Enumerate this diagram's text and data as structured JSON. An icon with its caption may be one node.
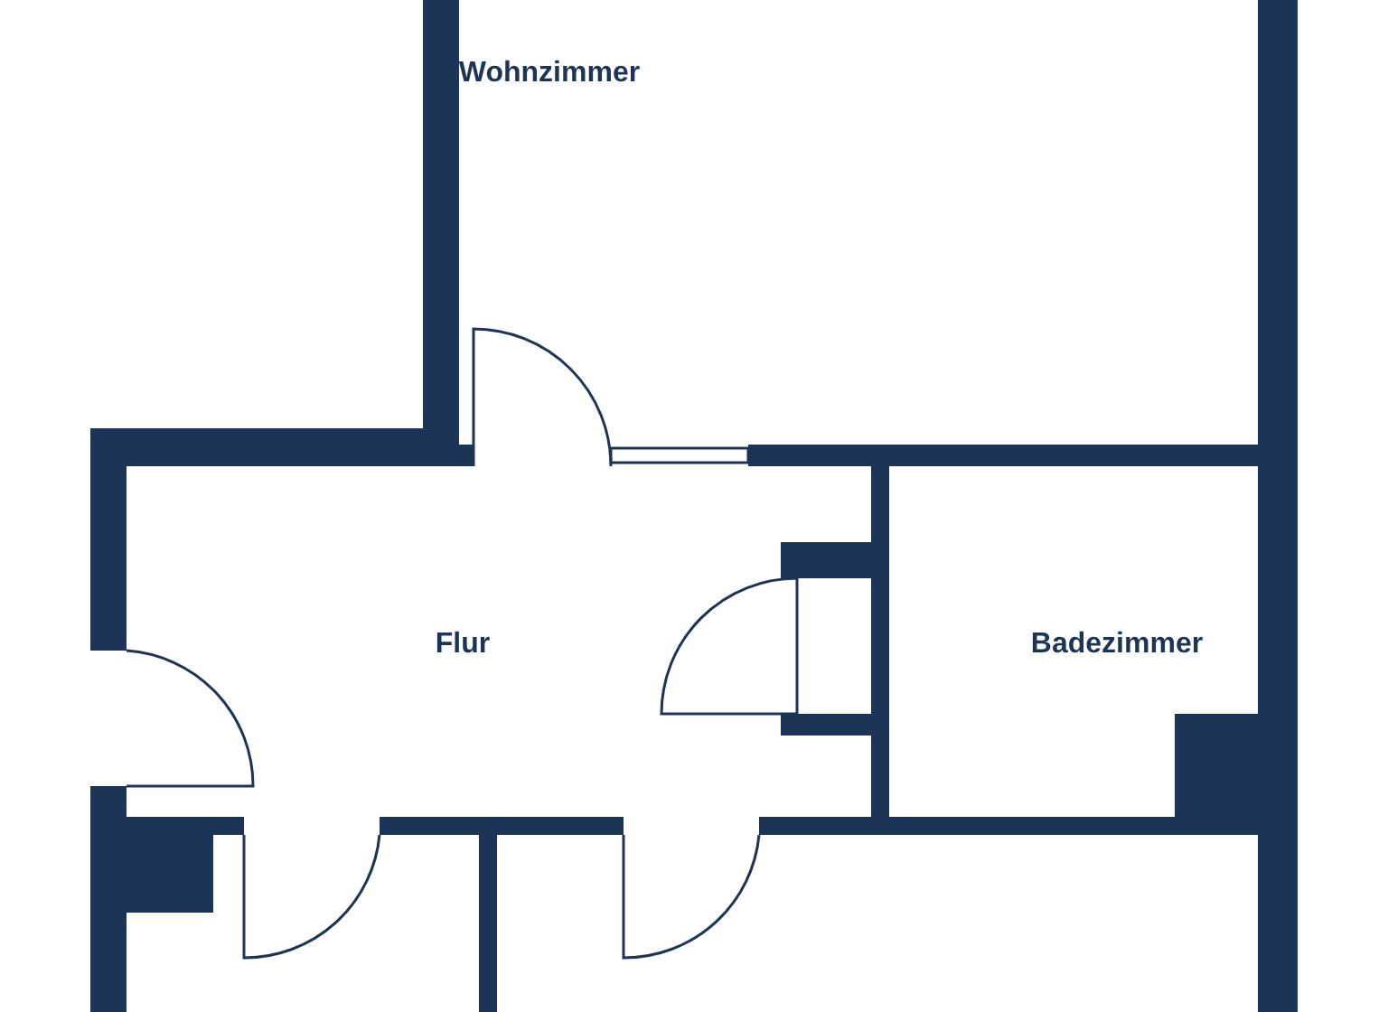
{
  "diagram": {
    "nodes": [
      {
        "text": [
          "Wohnzimmer"
        ]
      },
      {
        "text": [
          "Flur"
        ]
      },
      {
        "text": [
          "Badezimmer"
        ]
      }
    ]
  }
}
